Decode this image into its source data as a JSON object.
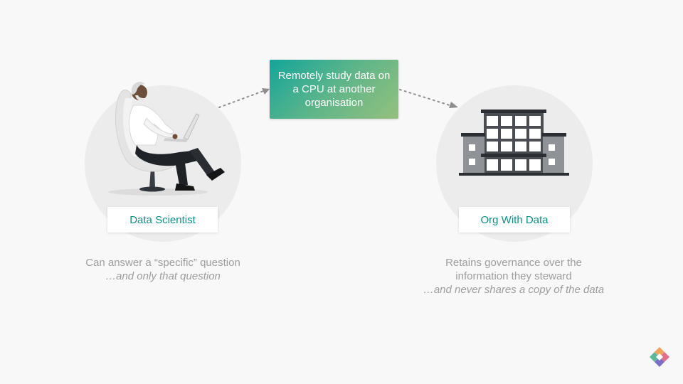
{
  "center_box": {
    "text": "Remotely study data on a CPU at another organisation"
  },
  "left": {
    "label": "Data Scientist",
    "description": "Can answer a “specific” question",
    "description_italic": "…and only that question"
  },
  "right": {
    "label": "Org With Data",
    "description_line1": "Retains governance over the",
    "description_line2": "information they steward",
    "description_italic": "…and never shares a copy of the data"
  },
  "icons": {
    "figure": "data-scientist-illustration",
    "building": "building-illustration",
    "logo": "openmined-logo-icon"
  },
  "colors": {
    "background": "#f8f8f8",
    "circle": "#ececec",
    "label_text": "#0d8f83",
    "description_text": "#9d9d9d",
    "gradient_start": "#13a59a",
    "gradient_end": "#95c07d",
    "arrow": "#8e8e8e"
  }
}
